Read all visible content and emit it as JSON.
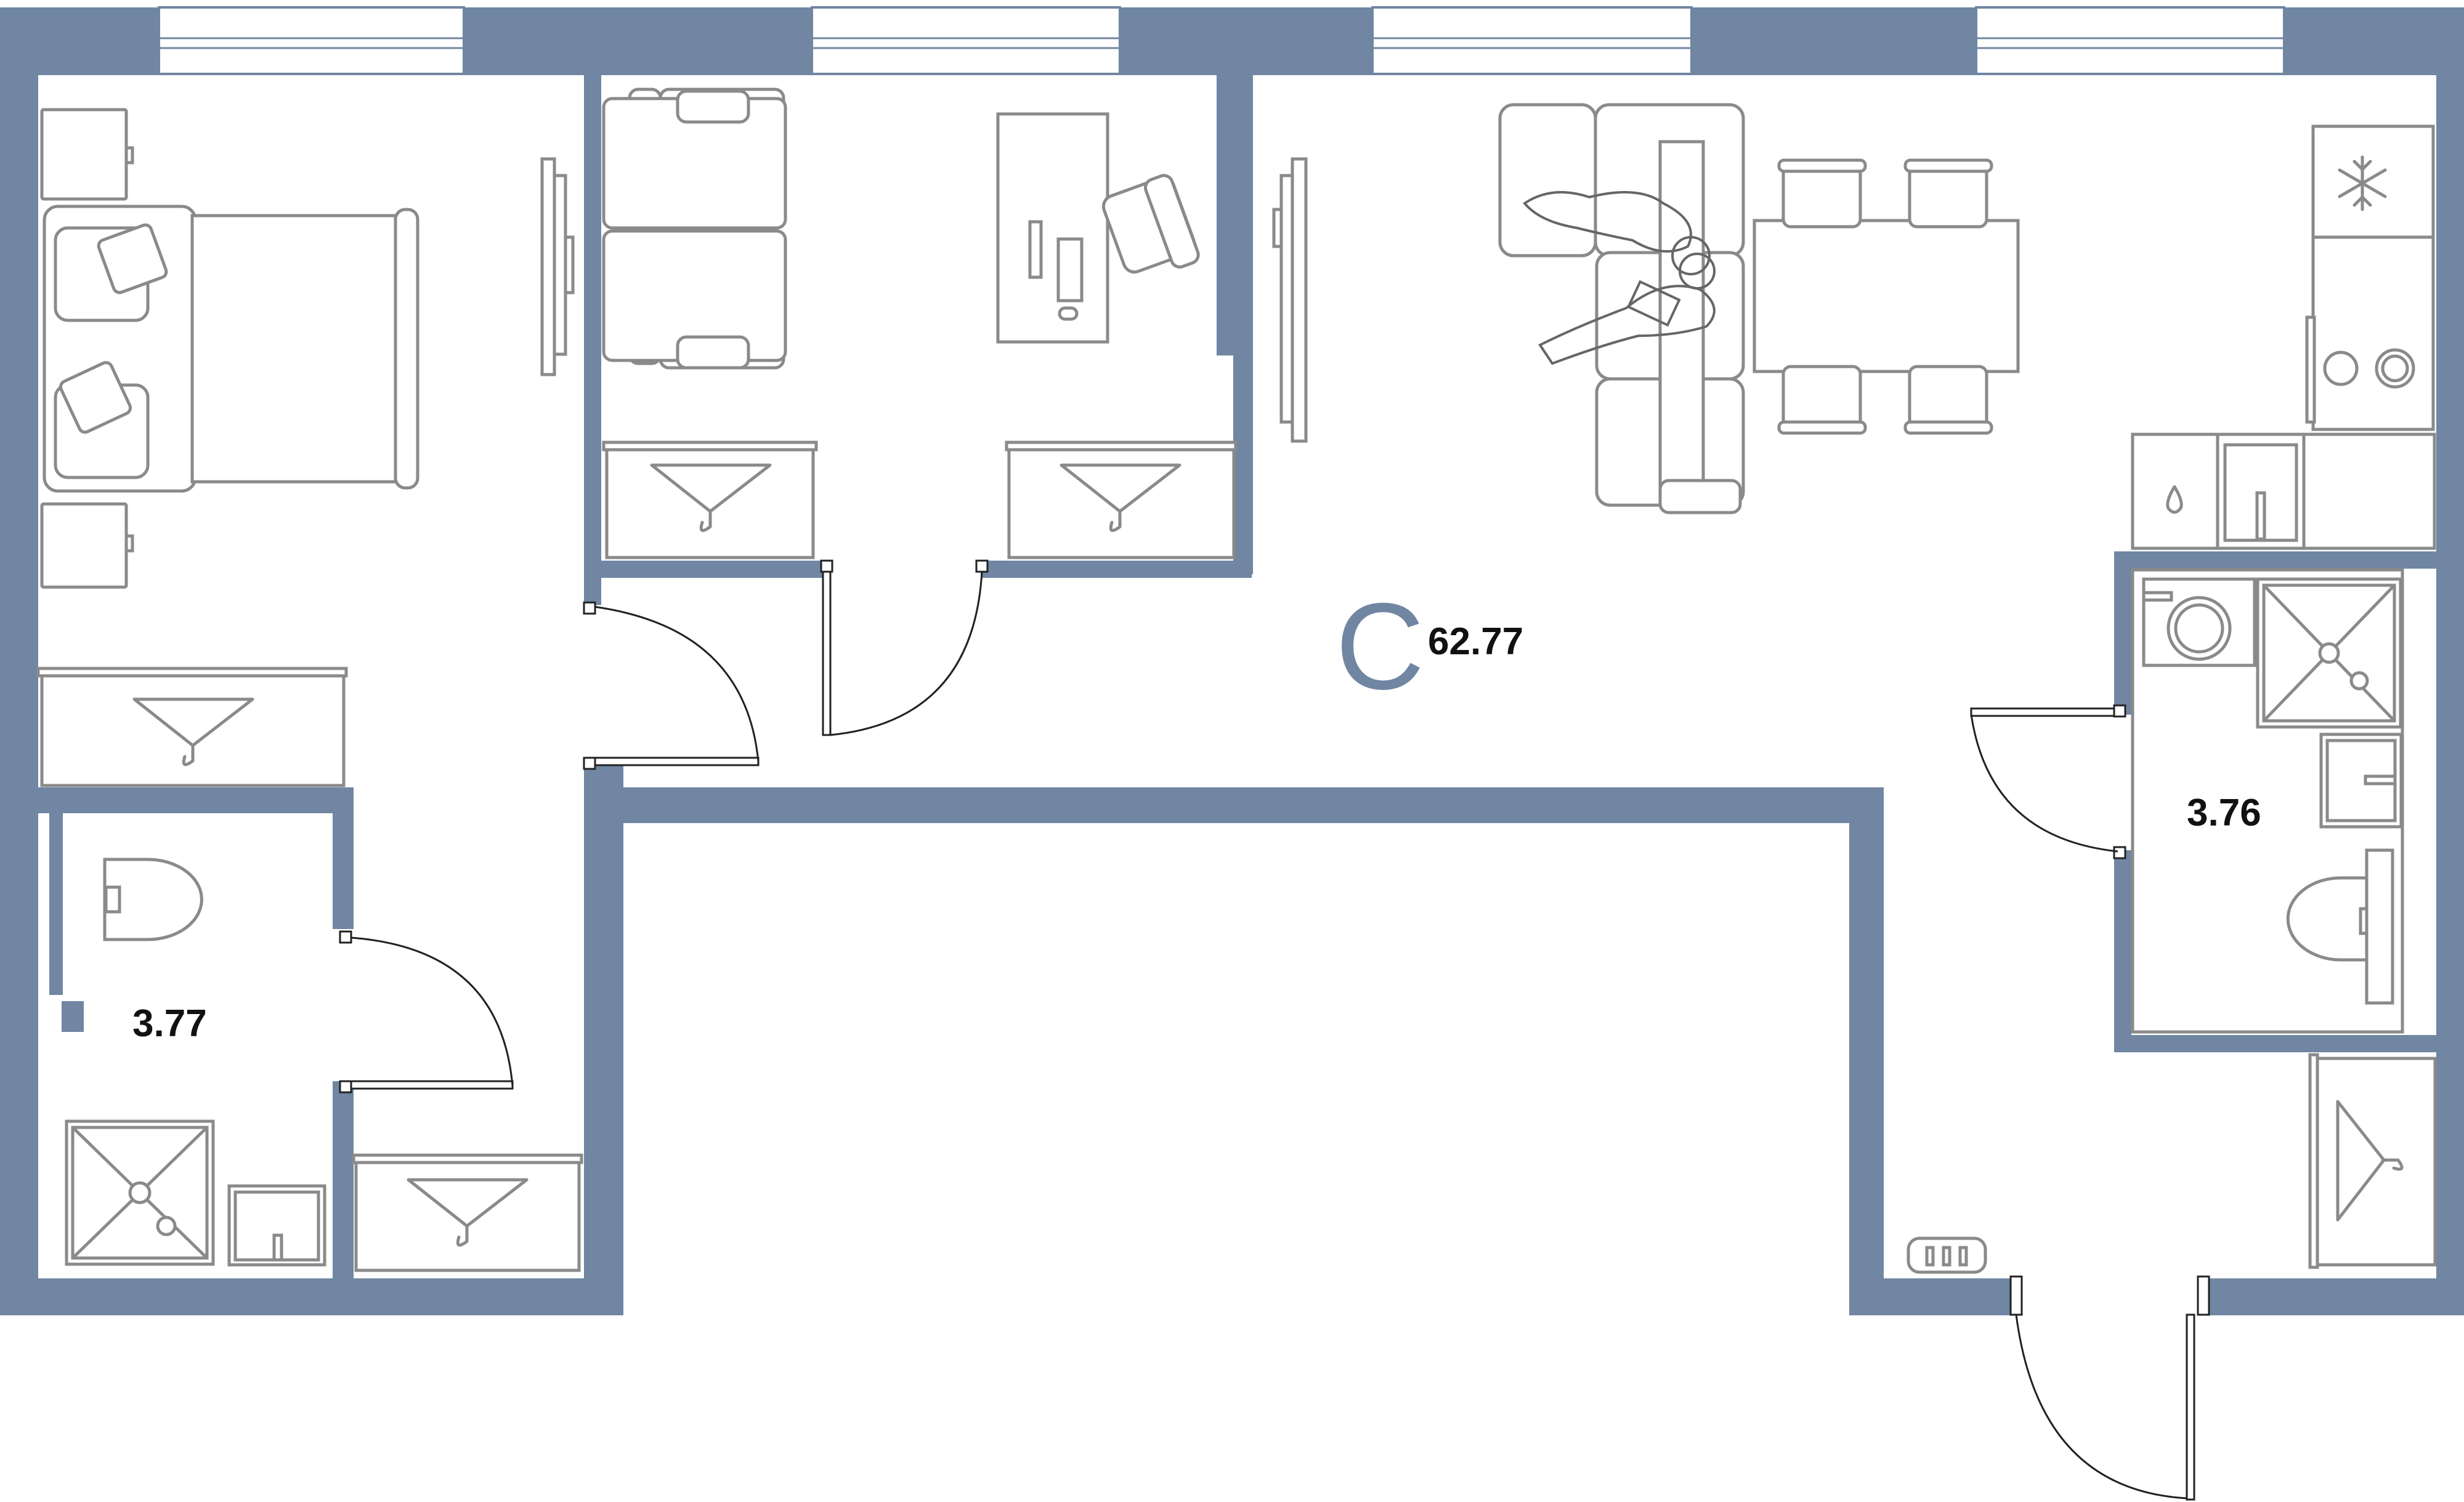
{
  "plan": {
    "apartment_letter": "C",
    "total_area": "62.77",
    "rooms": [
      {
        "name": "bathroom-left",
        "area": "3.77"
      },
      {
        "name": "bathroom-right",
        "area": "3.76"
      }
    ],
    "colors": {
      "wall": "#7086a2",
      "furniture_stroke": "#8a8a8a",
      "door_stroke": "#222222",
      "background": "#ffffff"
    },
    "icons": [
      "snowflake-icon",
      "hanger-icon",
      "water-drop-icon"
    ]
  }
}
